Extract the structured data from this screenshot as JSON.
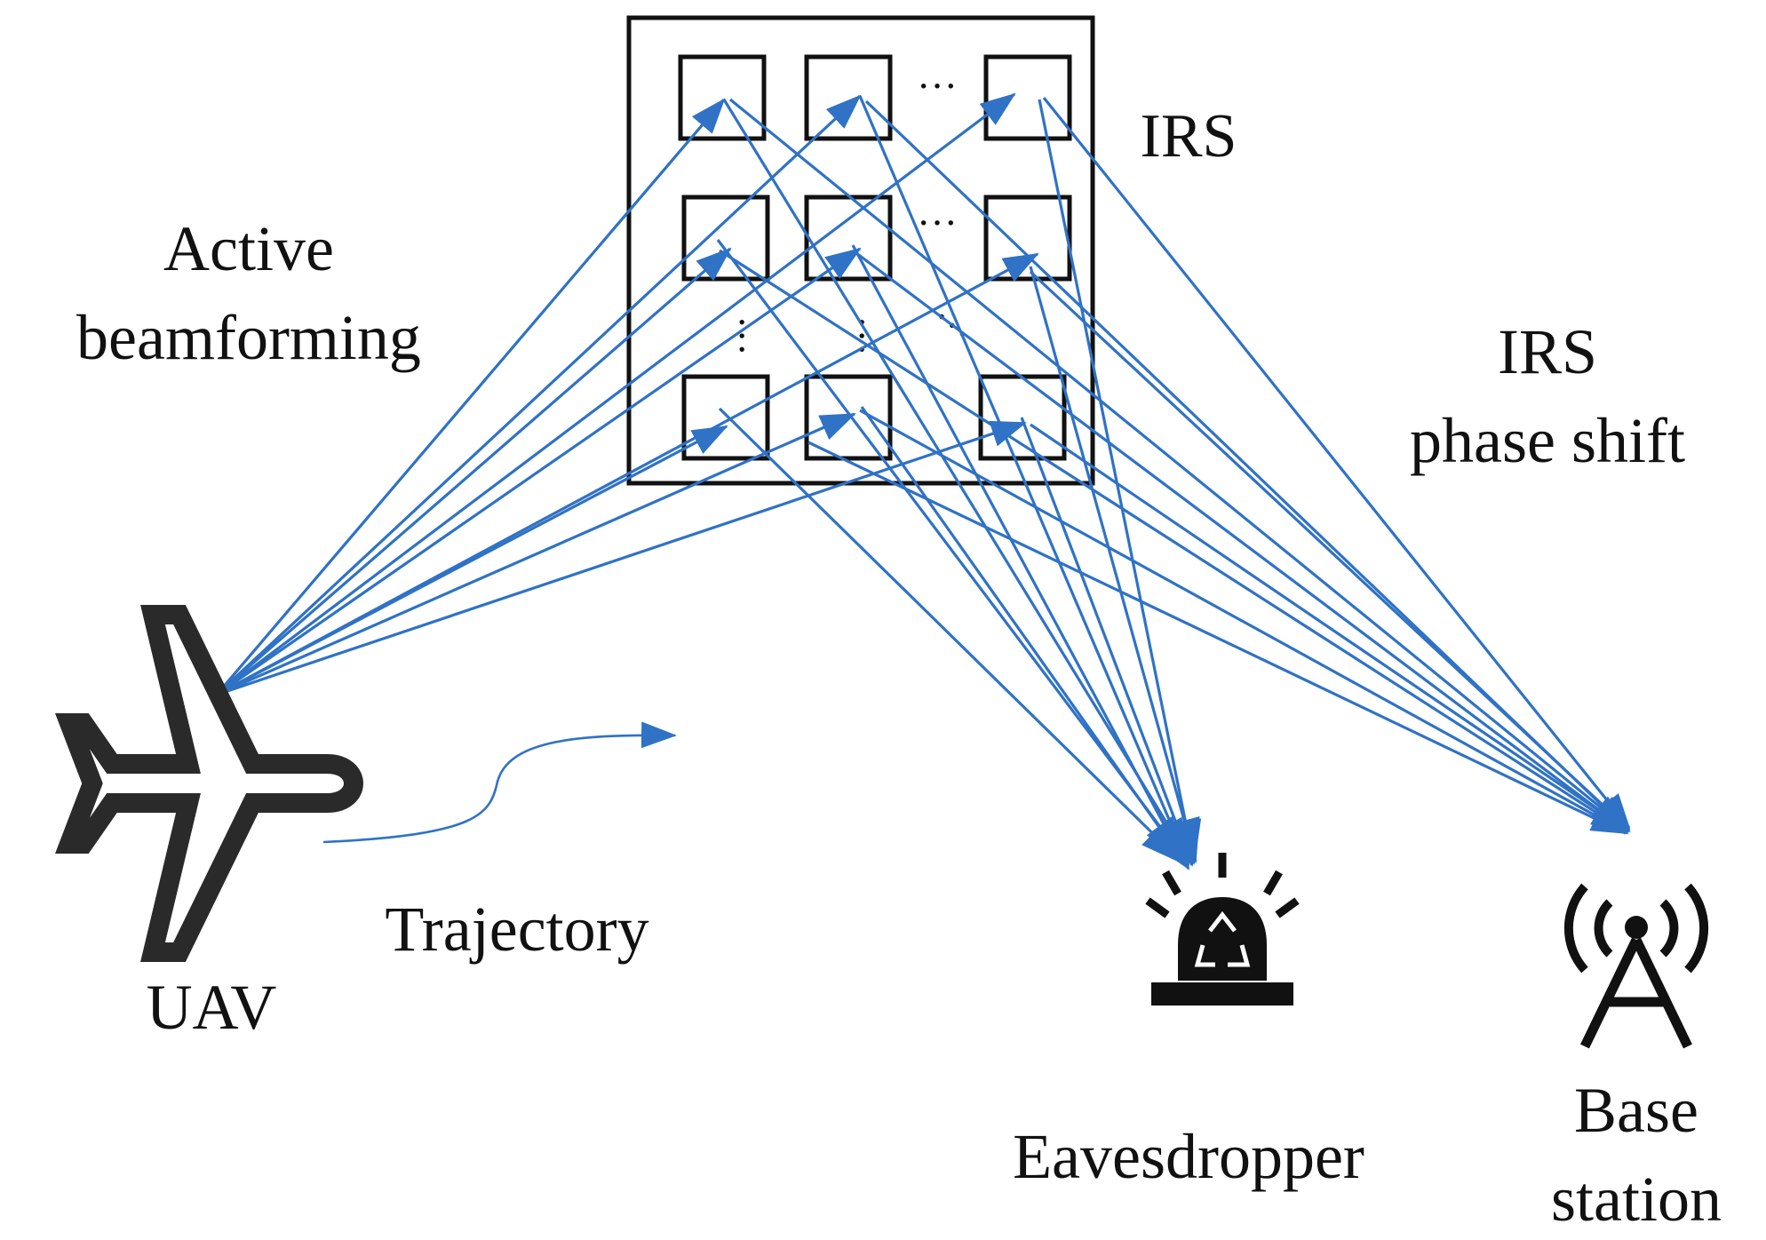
{
  "colors": {
    "beam": "#2f72c6",
    "ink": "#111111",
    "background": "#ffffff"
  },
  "labels": {
    "irs": "IRS",
    "active_line1": "Active",
    "active_line2": "beamforming",
    "irs_phase_line1": "IRS",
    "irs_phase_line2": "phase shift",
    "trajectory": "Trajectory",
    "uav": "UAV",
    "eavesdropper": "Eavesdropper",
    "base_station_line1": "Base",
    "base_station_line2": "station"
  },
  "irs_grid": {
    "rows": 3,
    "cols": 3,
    "ellipsis_symbol": "···"
  },
  "icons": {
    "uav": "airplane-icon",
    "eavesdropper": "alarm-siren-icon",
    "base_station": "antenna-tower-icon"
  }
}
